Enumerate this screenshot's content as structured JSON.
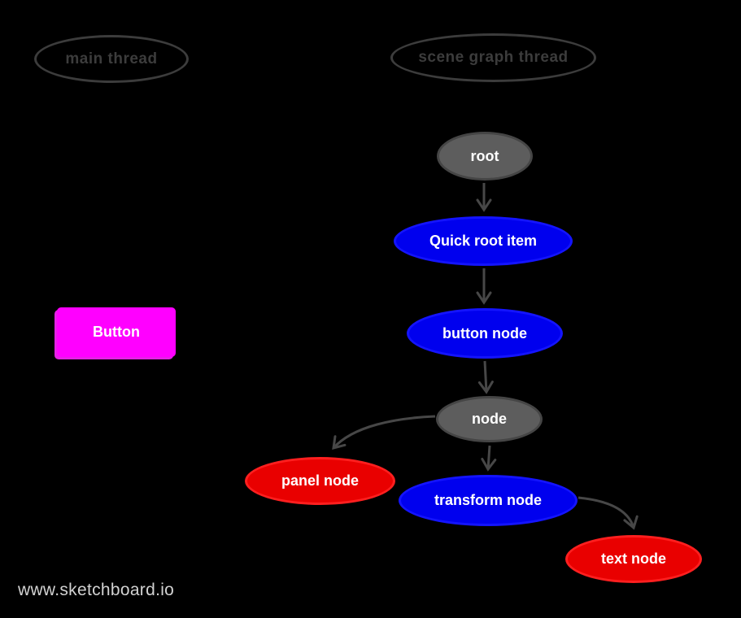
{
  "diagram": {
    "app": "sketchboard",
    "watermark": "www.sketchboard.io",
    "lanes": [
      {
        "id": "main-thread",
        "label": "main thread"
      },
      {
        "id": "scene-graph-thread",
        "label": "scene graph thread"
      }
    ],
    "nodes": [
      {
        "id": "root",
        "label": "root",
        "color": "gray"
      },
      {
        "id": "quick-root-item",
        "label": "Quick root item",
        "color": "blue"
      },
      {
        "id": "button-node",
        "label": "button node",
        "color": "blue"
      },
      {
        "id": "node",
        "label": "node",
        "color": "gray"
      },
      {
        "id": "panel-node",
        "label": "panel node",
        "color": "red"
      },
      {
        "id": "transform-node",
        "label": "transform node",
        "color": "blue"
      },
      {
        "id": "text-node",
        "label": "text node",
        "color": "red"
      }
    ],
    "edges": [
      {
        "from": "root",
        "to": "quick-root-item"
      },
      {
        "from": "quick-root-item",
        "to": "button-node"
      },
      {
        "from": "button-node",
        "to": "node"
      },
      {
        "from": "node",
        "to": "panel-node"
      },
      {
        "from": "node",
        "to": "transform-node"
      },
      {
        "from": "transform-node",
        "to": "text-node"
      }
    ],
    "button": {
      "label": "Button"
    },
    "colors": {
      "background": "#000000",
      "node_blue": "#0000ee",
      "node_blue_border": "#1414ff",
      "node_red": "#e90000",
      "node_red_border": "#ff1f1f",
      "node_gray": "#5d5d5d",
      "node_gray_border": "#454545",
      "button_fill": "#ff00ff",
      "edge_stroke": "#474747",
      "lane_outline": "#3c3c3c",
      "watermark_text": "#d2d2d2",
      "node_label_text": "#ffffff"
    }
  }
}
